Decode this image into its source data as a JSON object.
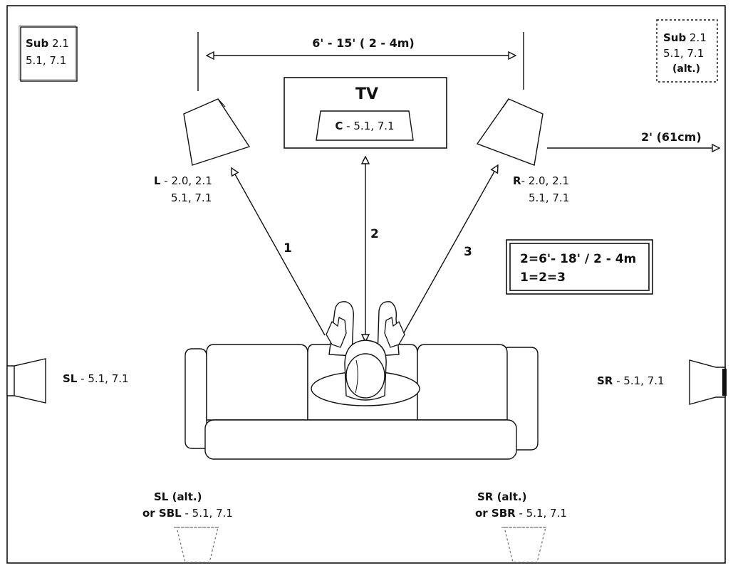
{
  "sub_front_left": {
    "bold": "Sub",
    "line1": " 2.1",
    "line2": "5.1, 7.1"
  },
  "sub_alt": {
    "bold": "Sub",
    "line1": " 2.1",
    "line2": "5.1, 7.1",
    "line3": "(alt.)"
  },
  "width_dimension": "6' - 15' ( 2 - 4m)",
  "tv": {
    "title": "TV",
    "center_bold": "C",
    "center_rest": " - 5.1, 7.1"
  },
  "wall_distance": "2' (61cm)",
  "left_speaker": {
    "bold": "L",
    "line1": " - 2.0, 2.1",
    "line2": "5.1, 7.1"
  },
  "right_speaker": {
    "bold": "R",
    "line1": "- 2.0, 2.1",
    "line2": "5.1, 7.1"
  },
  "distance_labels": {
    "one": "1",
    "two": "2",
    "three": "3"
  },
  "formula": {
    "line1": "2=6'- 18' / 2 - 4m",
    "line2": "1=2=3"
  },
  "surround_left": {
    "bold": "SL",
    "rest": " - 5.1, 7.1"
  },
  "surround_right": {
    "bold": "SR",
    "rest": " - 5.1, 7.1"
  },
  "surround_back_left": {
    "line1": "SL (alt.)",
    "line2_bold": "or SBL",
    "line2_rest": " - 5.1, 7.1"
  },
  "surround_back_right": {
    "line1": "SR (alt.)",
    "line2_bold": "or SBR",
    "line2_rest": " - 5.1, 7.1"
  },
  "colors": {
    "ink": "#111111",
    "dashed_ink": "#777777",
    "background": "#ffffff"
  }
}
